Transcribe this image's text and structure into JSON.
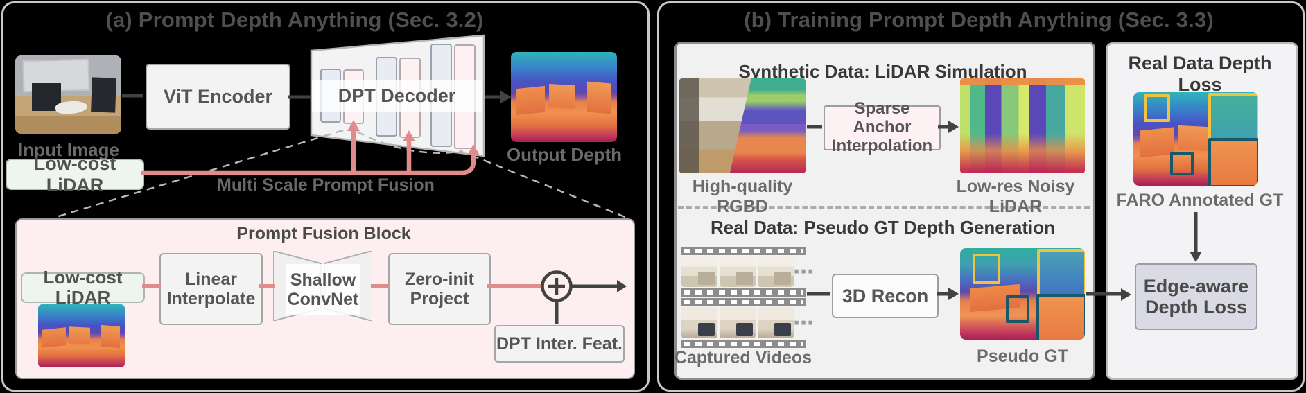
{
  "colors": {
    "accent_red": "#e18c8c",
    "pink_panel": "#fdeef0",
    "green_box": "#eef5ee",
    "box_gray": "#f3f3f3",
    "edge_loss_fill": "#d9dae4",
    "annotation_yellow": "#f1c33c",
    "annotation_teal": "#17586a",
    "arrow_dark": "#424242"
  },
  "panel_a": {
    "title": "(a) Prompt Depth Anything (Sec. 3.2)",
    "input_image_label": "Input Image",
    "vit_encoder_label": "ViT Encoder",
    "dpt_decoder_label": "DPT Decoder",
    "output_depth_label": "Output Depth",
    "low_cost_lidar_label": "Low-cost LiDAR",
    "multi_scale_label": "Multi Scale Prompt Fusion",
    "fusion_block": {
      "title": "Prompt Fusion Block",
      "low_cost_lidar_label": "Low-cost LiDAR",
      "linear_line1": "Linear",
      "linear_line2": "Interpolate",
      "shallow_line1": "Shallow",
      "shallow_line2": "ConvNet",
      "zero_line1": "Zero-init",
      "zero_line2": "Project",
      "dpt_feat_label": "DPT Inter. Feat."
    }
  },
  "panel_b": {
    "title": "(b) Training Prompt Depth Anything (Sec. 3.3)",
    "synthetic": {
      "header": "Synthetic Data: LiDAR Simulation",
      "hq_rgbd_label": "High-quality RGBD",
      "sparse_line1": "Sparse Anchor",
      "sparse_line2": "Interpolation",
      "lowres_label": "Low-res Noisy LiDAR"
    },
    "real": {
      "header": "Real Data: Pseudo GT Depth Generation",
      "captured_label": "Captured Videos",
      "recon_label": "3D Recon",
      "pseudo_label": "Pseudo GT",
      "ellipsis": "⋯"
    },
    "loss": {
      "header": "Real Data Depth Loss",
      "faro_label": "FARO Annotated GT",
      "edge_line1": "Edge-aware",
      "edge_line2": "Depth Loss"
    }
  }
}
